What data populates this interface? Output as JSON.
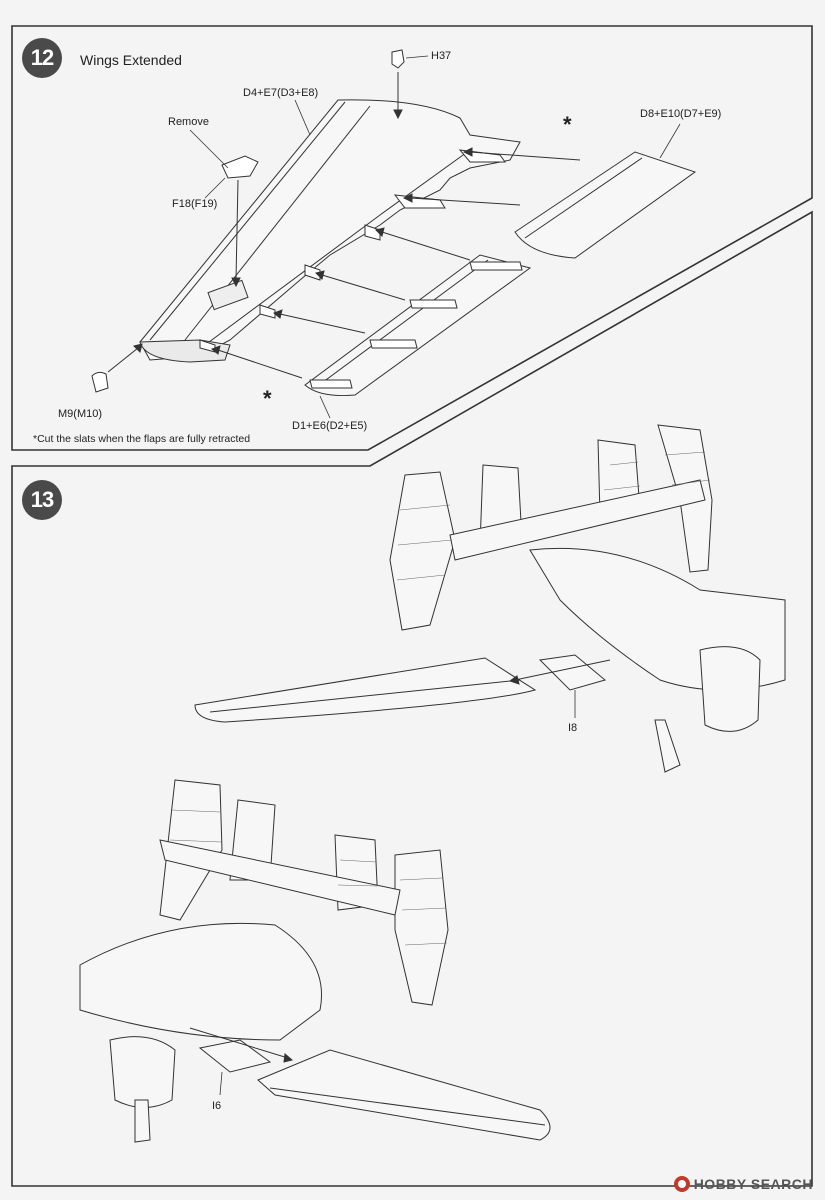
{
  "step12": {
    "number": "12",
    "title": "Wings Extended",
    "parts": {
      "h37": "H37",
      "d4e7": "D4+E7(D3+E8)",
      "remove": "Remove",
      "f18": "F18(F19)",
      "d8e10": "D8+E10(D7+E9)",
      "m9": "M9(M10)",
      "d1e6": "D1+E6(D2+E5)"
    },
    "asterisk": "*",
    "note": "*Cut the slats when the flaps are fully retracted"
  },
  "step13": {
    "number": "13",
    "parts": {
      "i8": "I8",
      "i6": "I6"
    }
  },
  "watermark": {
    "brand": "HOBBY SEARCH",
    "icon": "hobbysearch-logo-icon"
  },
  "colors": {
    "badge": "#4a4a4a",
    "line": "#333333",
    "paper": "#f4f4f5"
  }
}
